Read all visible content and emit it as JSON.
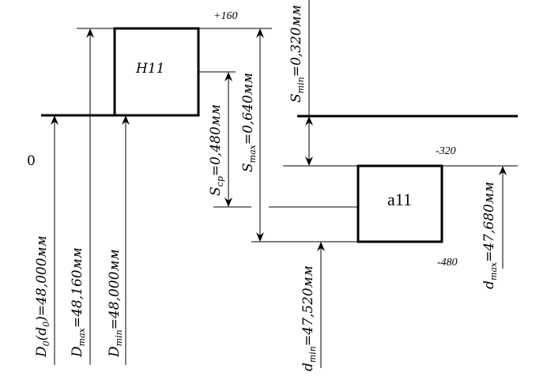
{
  "hole_field": {
    "label": "H11",
    "upper_deviation": "+160"
  },
  "shaft_field": {
    "label": "a11",
    "upper_deviation": "-320",
    "lower_deviation": "-480"
  },
  "zero_line_label": "0",
  "dimensions": {
    "D0": {
      "main": "D",
      "sub": "0",
      "paren_main": "d",
      "paren_sub": "0",
      "value": "=48,000мм"
    },
    "Dmax": {
      "main": "D",
      "sub": "max",
      "value": "=48,160мм"
    },
    "Dmin": {
      "main": "D",
      "sub": "min",
      "value": "=48,000мм"
    },
    "Scp": {
      "main": "S",
      "sub": "ср",
      "value": "=0,480мм"
    },
    "Smax": {
      "main": "S",
      "sub": "max",
      "value": "=0,640мм"
    },
    "Smin": {
      "main": "S",
      "sub": "min",
      "value": "=0,320мм"
    },
    "dmin": {
      "main": "d",
      "sub": "min",
      "value": "=47,520мм"
    },
    "dmax": {
      "main": "d",
      "sub": "max",
      "value": "=47,680мм"
    }
  }
}
